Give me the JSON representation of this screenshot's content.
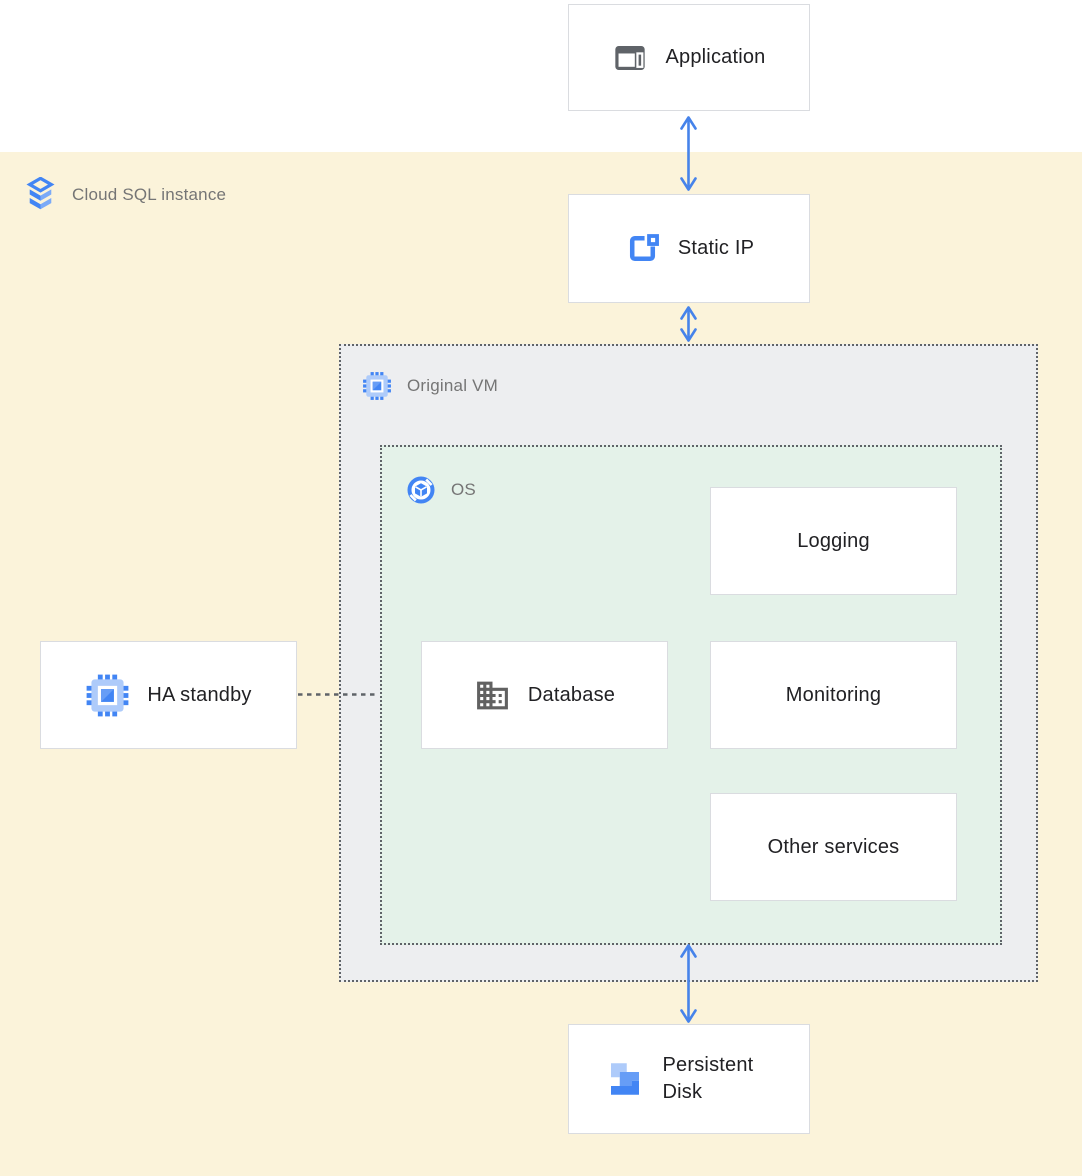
{
  "diagram": {
    "zones": {
      "cloud_sql": {
        "label": "Cloud SQL instance",
        "icon": "cloud-sql-stack-icon"
      },
      "original_vm": {
        "label": "Original VM",
        "icon": "compute-engine-chip-icon"
      },
      "os": {
        "label": "OS",
        "icon": "os-cube-circle-icon"
      }
    },
    "nodes": {
      "application": {
        "label": "Application",
        "icon": "web-app-window-icon"
      },
      "static_ip": {
        "label": "Static IP",
        "icon": "external-ip-icon"
      },
      "ha_standby": {
        "label": "HA standby",
        "icon": "compute-engine-chip-icon"
      },
      "logging": {
        "label": "Logging"
      },
      "database": {
        "label": "Database",
        "icon": "building-icon"
      },
      "monitoring": {
        "label": "Monitoring"
      },
      "other_services": {
        "label": "Other services"
      },
      "persistent_disk": {
        "label": "Persistent Disk",
        "icon": "persistent-disk-icon"
      }
    },
    "connections": [
      {
        "from": "application",
        "to": "static_ip",
        "type": "bidirectional-arrow"
      },
      {
        "from": "static_ip",
        "to": "original_vm",
        "type": "bidirectional-arrow"
      },
      {
        "from": "os",
        "to": "persistent_disk",
        "type": "bidirectional-arrow"
      },
      {
        "from": "ha_standby",
        "to": "os",
        "type": "dashed-line"
      }
    ],
    "colors": {
      "zone_yellow": "#FBF3DA",
      "zone_gray": "#EDEEF0",
      "zone_green": "#E4F2E9",
      "node_border": "#DADCE0",
      "dotted_border": "#5F6368",
      "arrow_blue": "#4683EA",
      "icon_blue": "#4285F4",
      "icon_blue_light": "#AECBFA",
      "icon_gray": "#5F6368",
      "label_dark": "#212124",
      "label_gray": "#757575"
    }
  }
}
